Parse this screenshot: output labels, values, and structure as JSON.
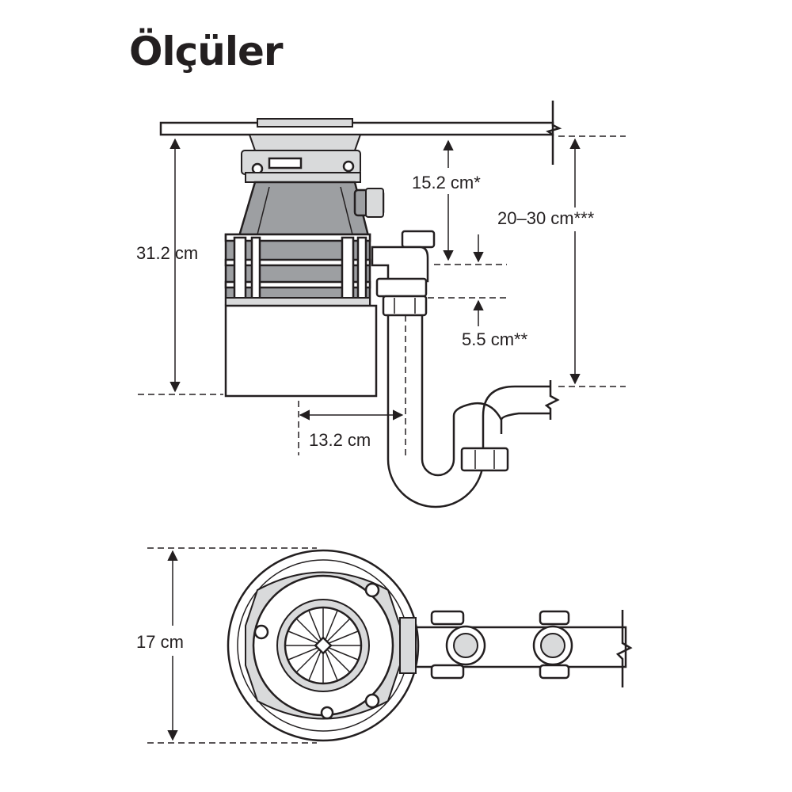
{
  "title": "Ölçüler",
  "dimensions": {
    "height": "31.2 cm",
    "drain_from_sink": "15.2 cm*",
    "drain_pipe": "20–30 cm***",
    "dishwasher_inlet": "5.5 cm**",
    "drain_offset": "13.2 cm",
    "diameter": "17 cm"
  }
}
